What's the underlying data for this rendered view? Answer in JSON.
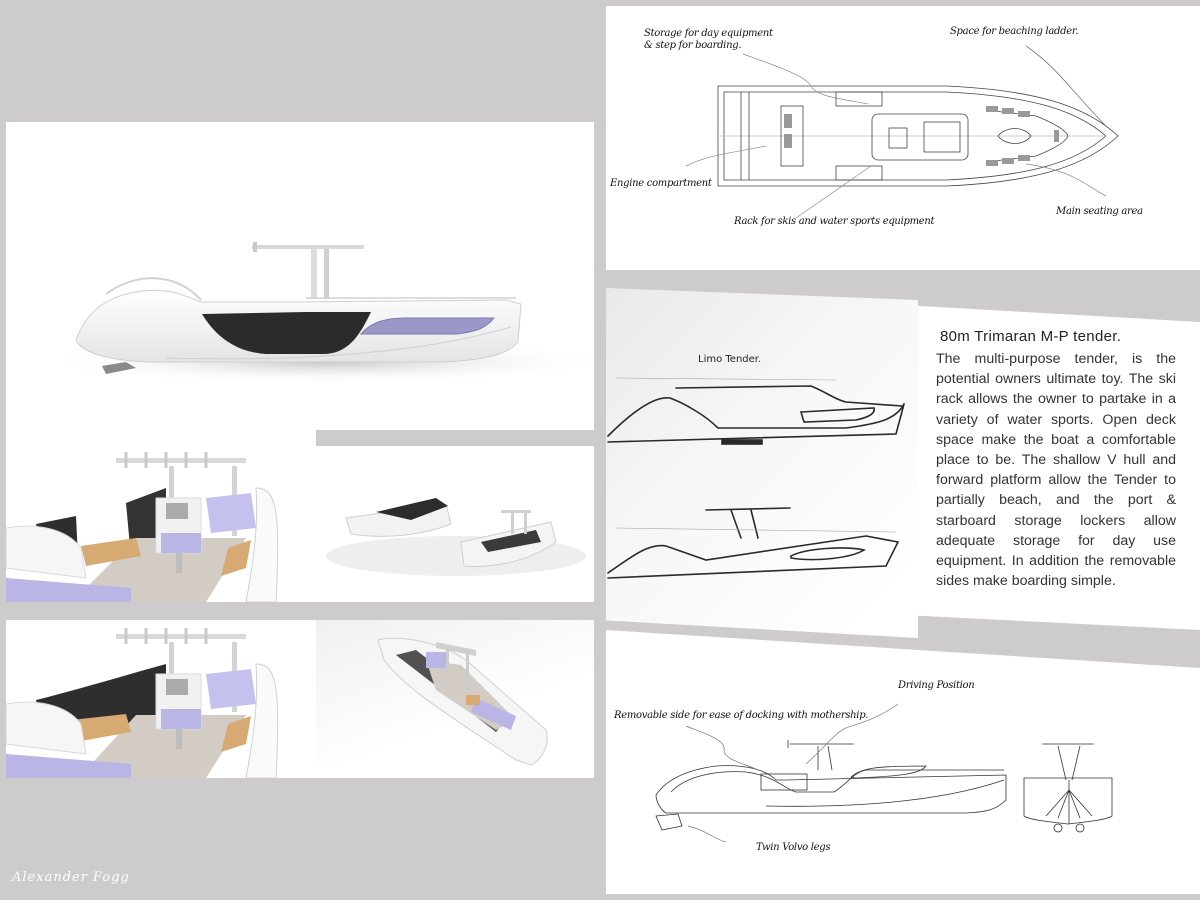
{
  "page": {
    "background": "#cdcbcc",
    "signature": "Alexander Fogg"
  },
  "renders": {
    "hero": {
      "label": "side-profile-render"
    },
    "tiles": [
      {
        "label": "cockpit-render-sides-on"
      },
      {
        "label": "two-tenders-render"
      },
      {
        "label": "cockpit-render-sides-removed"
      },
      {
        "label": "aerial-render"
      }
    ]
  },
  "plan_view": {
    "annotations": [
      {
        "id": "storage",
        "lines": [
          "Storage for day equipment",
          "& step for boarding."
        ]
      },
      {
        "id": "ladder",
        "lines": [
          "Space for beaching ladder."
        ]
      },
      {
        "id": "engine",
        "lines": [
          "Engine compartment"
        ]
      },
      {
        "id": "rack",
        "lines": [
          "Rack for skis and water sports equipment"
        ]
      },
      {
        "id": "seating",
        "lines": [
          "Main seating area"
        ]
      }
    ]
  },
  "sketch": {
    "label": "Limo Tender."
  },
  "description": {
    "title": "80m Trimaran M-P tender.",
    "body": "The multi-purpose tender, is the potential owners ultimate toy. The ski rack allows the owner to partake in a variety of water sports. Open deck space make the boat a comfortable place to be. The shallow V hull and forward platform allow the Tender to partially beach, and the port & starboard storage lockers allow adequate storage for day use equipment. In addition the removable sides make boarding simple."
  },
  "elevation_view": {
    "annotations": [
      {
        "id": "driving",
        "lines": [
          "Driving Position"
        ]
      },
      {
        "id": "removable",
        "lines": [
          "Removable side for ease of docking with mothership."
        ]
      },
      {
        "id": "legs",
        "lines": [
          "Twin Volvo legs"
        ]
      }
    ]
  },
  "colors": {
    "hull_white": "#f4f4f4",
    "cockpit_black": "#2b2b2b",
    "cushion_lavender": "#b9b6e6",
    "teak": "#d6aa72",
    "deck_grey": "#cfc8bf"
  }
}
